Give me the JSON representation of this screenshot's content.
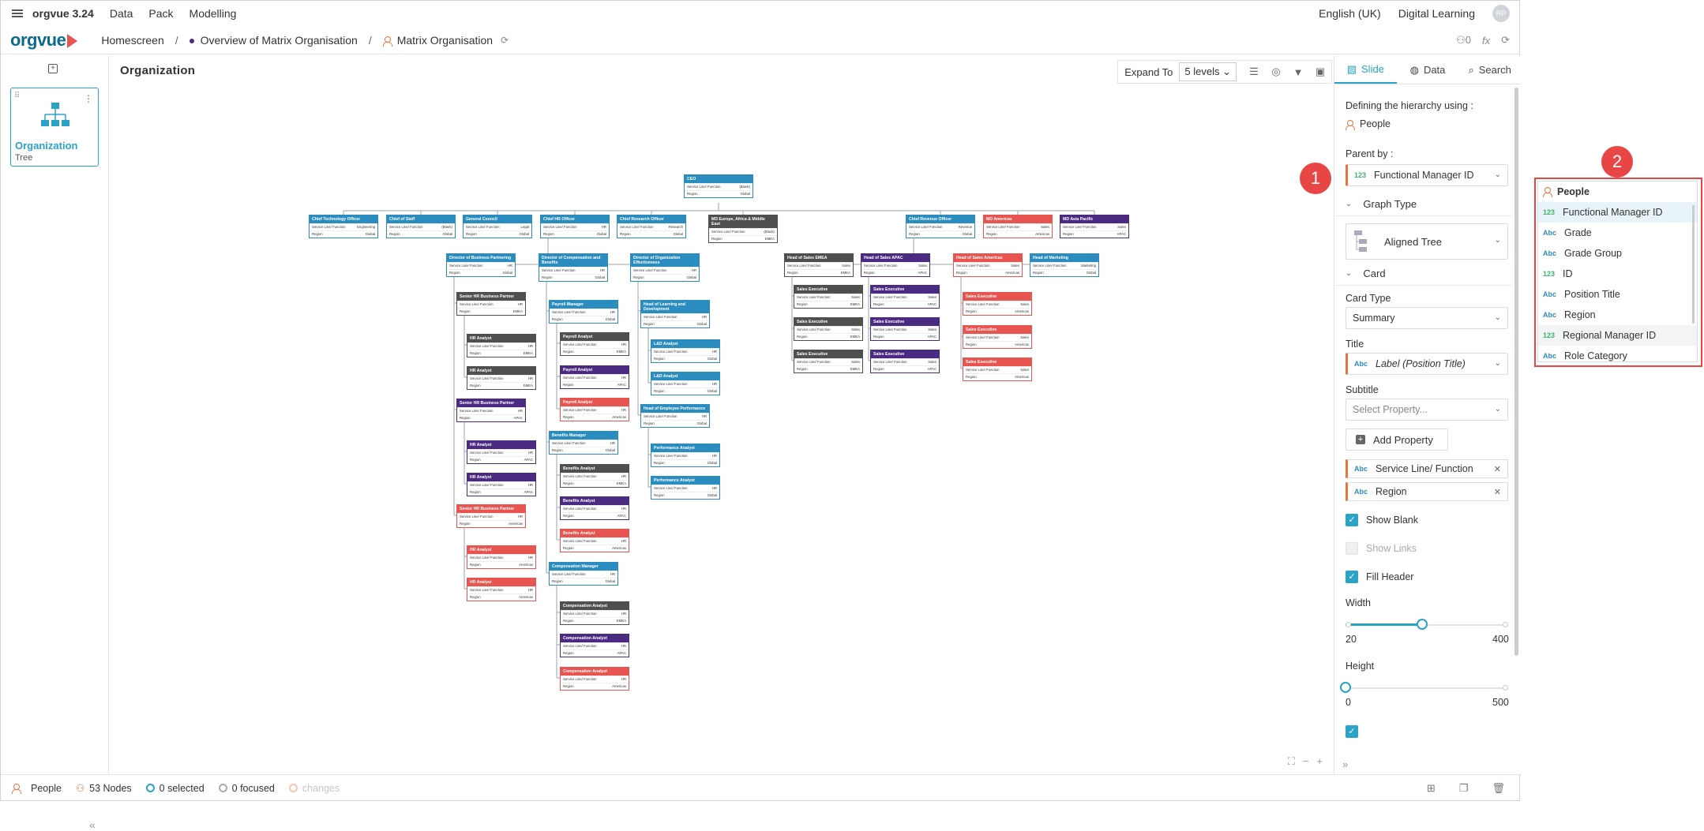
{
  "topbar": {
    "brand": "orgvue 3.24",
    "menu": [
      "Data",
      "Pack",
      "Modelling"
    ],
    "language": "English (UK)",
    "learning": "Digital Learning",
    "avatar": "RP"
  },
  "navbar": {
    "logo": "orgvue",
    "breadcrumb": [
      "Homescreen",
      "Overview of Matrix Organisation",
      "Matrix Organisation"
    ],
    "people_count": "0",
    "fx": "fx"
  },
  "left": {
    "slide_title": "Organization",
    "slide_sub": "Tree"
  },
  "canvas": {
    "title": "Organization",
    "expand_label": "Expand To",
    "expand_value": "5 levels"
  },
  "org": {
    "labels": {
      "sl": "Service Line/ Function",
      "rg": "Region"
    },
    "colors": {
      "blue": "#2b8cbf",
      "grey": "#4f4f4f",
      "purple": "#4b2a82",
      "red": "#e8544f"
    },
    "nodes": [
      {
        "id": "ceo",
        "title": "CEO",
        "sl": "(Blank)",
        "rg": "Global",
        "c": "blue"
      },
      {
        "id": "cto",
        "title": "Chief Technology Officer",
        "sl": "Engineering",
        "rg": "Global",
        "c": "blue"
      },
      {
        "id": "cos",
        "title": "Chief of Staff",
        "sl": "(Blank)",
        "rg": "Global",
        "c": "blue"
      },
      {
        "id": "gc",
        "title": "General Council",
        "sl": "Legal",
        "rg": "Global",
        "c": "blue"
      },
      {
        "id": "chro",
        "title": "Chief HR Officer",
        "sl": "HR",
        "rg": "Global",
        "c": "blue"
      },
      {
        "id": "cro",
        "title": "Chief Research Officer",
        "sl": "Research",
        "rg": "Global",
        "c": "blue"
      },
      {
        "id": "mdeu",
        "title": "MD Europe, Africa & Middle East",
        "sl": "(Blank)",
        "rg": "EMEA",
        "c": "grey"
      },
      {
        "id": "crev",
        "title": "Chief Revenue Officer",
        "sl": "Revenue",
        "rg": "Global",
        "c": "blue"
      },
      {
        "id": "mdam",
        "title": "MD Americas",
        "sl": "Sales",
        "rg": "Americas",
        "c": "red"
      },
      {
        "id": "mdap",
        "title": "MD Asia Pacific",
        "sl": "Sales",
        "rg": "APAC",
        "c": "purple"
      },
      {
        "id": "dbp",
        "title": "Director of Business Partnering",
        "sl": "HR",
        "rg": "Global",
        "c": "blue"
      },
      {
        "id": "dcb",
        "title": "Director of Compensation and Benefits",
        "sl": "HR",
        "rg": "Global",
        "c": "blue"
      },
      {
        "id": "doe",
        "title": "Director of Organization Effectiveness",
        "sl": "HR",
        "rg": "Global",
        "c": "blue"
      },
      {
        "id": "hse",
        "title": "Head of Sales EMEA",
        "sl": "Sales",
        "rg": "EMEA",
        "c": "grey"
      },
      {
        "id": "hsa",
        "title": "Head of Sales APAC",
        "sl": "Sales",
        "rg": "APAC",
        "c": "purple"
      },
      {
        "id": "hsam",
        "title": "Head of Sales Americas",
        "sl": "Sales",
        "rg": "Americas",
        "c": "red"
      },
      {
        "id": "hm",
        "title": "Head of Marketing",
        "sl": "Marketing",
        "rg": "Global",
        "c": "blue"
      },
      {
        "id": "shr1",
        "title": "Senior HR Business Partner",
        "sl": "HR",
        "rg": "EMEA",
        "c": "grey"
      },
      {
        "id": "hra1",
        "title": "HR Analyst",
        "sl": "HR",
        "rg": "EMEA",
        "c": "grey"
      },
      {
        "id": "hra2",
        "title": "HR Analyst",
        "sl": "HR",
        "rg": "EMEA",
        "c": "grey"
      },
      {
        "id": "shr2",
        "title": "Senior HR Business Partner",
        "sl": "HR",
        "rg": "APAC",
        "c": "purple"
      },
      {
        "id": "hra3",
        "title": "HR Analyst",
        "sl": "HR",
        "rg": "APAC",
        "c": "purple"
      },
      {
        "id": "hra4",
        "title": "HR Analyst",
        "sl": "HR",
        "rg": "APAC",
        "c": "purple"
      },
      {
        "id": "shr3",
        "title": "Senior HR Business Partner",
        "sl": "HR",
        "rg": "Americas",
        "c": "red"
      },
      {
        "id": "hra5",
        "title": "HR Analyst",
        "sl": "HR",
        "rg": "Americas",
        "c": "red"
      },
      {
        "id": "hra6",
        "title": "HR Analyst",
        "sl": "HR",
        "rg": "Americas",
        "c": "red"
      },
      {
        "id": "pm",
        "title": "Payroll Manager",
        "sl": "HR",
        "rg": "Global",
        "c": "blue"
      },
      {
        "id": "pa1",
        "title": "Payroll Analyst",
        "sl": "HR",
        "rg": "EMEA",
        "c": "grey"
      },
      {
        "id": "pa2",
        "title": "Payroll Analyst",
        "sl": "HR",
        "rg": "APAC",
        "c": "purple"
      },
      {
        "id": "pa3",
        "title": "Payroll Analyst",
        "sl": "HR",
        "rg": "Americas",
        "c": "red"
      },
      {
        "id": "bm",
        "title": "Benefits Manager",
        "sl": "HR",
        "rg": "Global",
        "c": "blue"
      },
      {
        "id": "ba1",
        "title": "Benefits Analyst",
        "sl": "HR",
        "rg": "EMEA",
        "c": "grey"
      },
      {
        "id": "ba2",
        "title": "Benefits Analyst",
        "sl": "HR",
        "rg": "APAC",
        "c": "purple"
      },
      {
        "id": "ba3",
        "title": "Benefits Analyst",
        "sl": "HR",
        "rg": "Americas",
        "c": "red"
      },
      {
        "id": "cm",
        "title": "Compensation Manager",
        "sl": "HR",
        "rg": "Global",
        "c": "blue"
      },
      {
        "id": "ca1",
        "title": "Compensation Analyst",
        "sl": "HR",
        "rg": "EMEA",
        "c": "grey"
      },
      {
        "id": "ca2",
        "title": "Compensation Analyst",
        "sl": "HR",
        "rg": "APAC",
        "c": "purple"
      },
      {
        "id": "ca3",
        "title": "Compensation Analyst",
        "sl": "HR",
        "rg": "Americas",
        "c": "red"
      },
      {
        "id": "hld",
        "title": "Head of Learning and Development",
        "sl": "HR",
        "rg": "Global",
        "c": "blue"
      },
      {
        "id": "lda1",
        "title": "L&D Analyst",
        "sl": "HR",
        "rg": "Global",
        "c": "blue"
      },
      {
        "id": "lda2",
        "title": "L&D Analyst",
        "sl": "HR",
        "rg": "Global",
        "c": "blue"
      },
      {
        "id": "hep",
        "title": "Head of Employee Performance",
        "sl": "HR",
        "rg": "Global",
        "c": "blue"
      },
      {
        "id": "pea1",
        "title": "Performance Analyst",
        "sl": "HR",
        "rg": "Global",
        "c": "blue"
      },
      {
        "id": "pea2",
        "title": "Performance Analyst",
        "sl": "HR",
        "rg": "Global",
        "c": "blue"
      },
      {
        "id": "se1",
        "title": "Sales Executive",
        "sl": "Sales",
        "rg": "EMEA",
        "c": "grey"
      },
      {
        "id": "se2",
        "title": "Sales Executive",
        "sl": "Sales",
        "rg": "EMEA",
        "c": "grey"
      },
      {
        "id": "se3",
        "title": "Sales Executive",
        "sl": "Sales",
        "rg": "EMEA",
        "c": "grey"
      },
      {
        "id": "se4",
        "title": "Sales Executive",
        "sl": "Sales",
        "rg": "APAC",
        "c": "purple"
      },
      {
        "id": "se5",
        "title": "Sales Executive",
        "sl": "Sales",
        "rg": "APAC",
        "c": "purple"
      },
      {
        "id": "se6",
        "title": "Sales Executive",
        "sl": "Sales",
        "rg": "APAC",
        "c": "purple"
      },
      {
        "id": "se7",
        "title": "Sales Executive",
        "sl": "Sales",
        "rg": "Americas",
        "c": "red"
      },
      {
        "id": "se8",
        "title": "Sales Executive",
        "sl": "Sales",
        "rg": "Americas",
        "c": "red"
      },
      {
        "id": "se9",
        "title": "Sales Executive",
        "sl": "Sales",
        "rg": "Americas",
        "c": "red"
      }
    ]
  },
  "panel": {
    "tabs": [
      "Slide",
      "Data",
      "Search"
    ],
    "defining": "Defining the hierarchy using :",
    "people": "People",
    "parent_by": "Parent by :",
    "parent_value": "Functional Manager ID",
    "graph_type": "Graph Type",
    "graph_value": "Aligned Tree",
    "card": "Card",
    "card_type": "Card Type",
    "card_type_value": "Summary",
    "title": "Title",
    "title_value": "Label (Position Title)",
    "subtitle": "Subtitle",
    "subtitle_placeholder": "Select Property...",
    "add_property": "Add Property",
    "props": [
      "Service Line/ Function",
      "Region"
    ],
    "show_blank": "Show Blank",
    "show_links": "Show Links",
    "fill_header": "Fill Header",
    "width": "Width",
    "width_min": "20",
    "width_max": "400",
    "width_value": 0.47,
    "height": "Height",
    "height_min": "0",
    "height_max": "500",
    "height_value": 0
  },
  "status": {
    "people": "People",
    "nodes": "53 Nodes",
    "selected": "0 selected",
    "focused": "0 focused",
    "changes": "changes"
  },
  "annotations": {
    "one": "1",
    "two": "2"
  },
  "dropdown": {
    "header": "People",
    "items": [
      {
        "type": "123",
        "label": "Functional Manager ID"
      },
      {
        "type": "Abc",
        "label": "Grade"
      },
      {
        "type": "Abc",
        "label": "Grade Group"
      },
      {
        "type": "123",
        "label": "ID"
      },
      {
        "type": "Abc",
        "label": "Position Title"
      },
      {
        "type": "Abc",
        "label": "Region"
      },
      {
        "type": "123",
        "label": "Regional Manager ID"
      },
      {
        "type": "Abc",
        "label": "Role Category"
      }
    ]
  }
}
